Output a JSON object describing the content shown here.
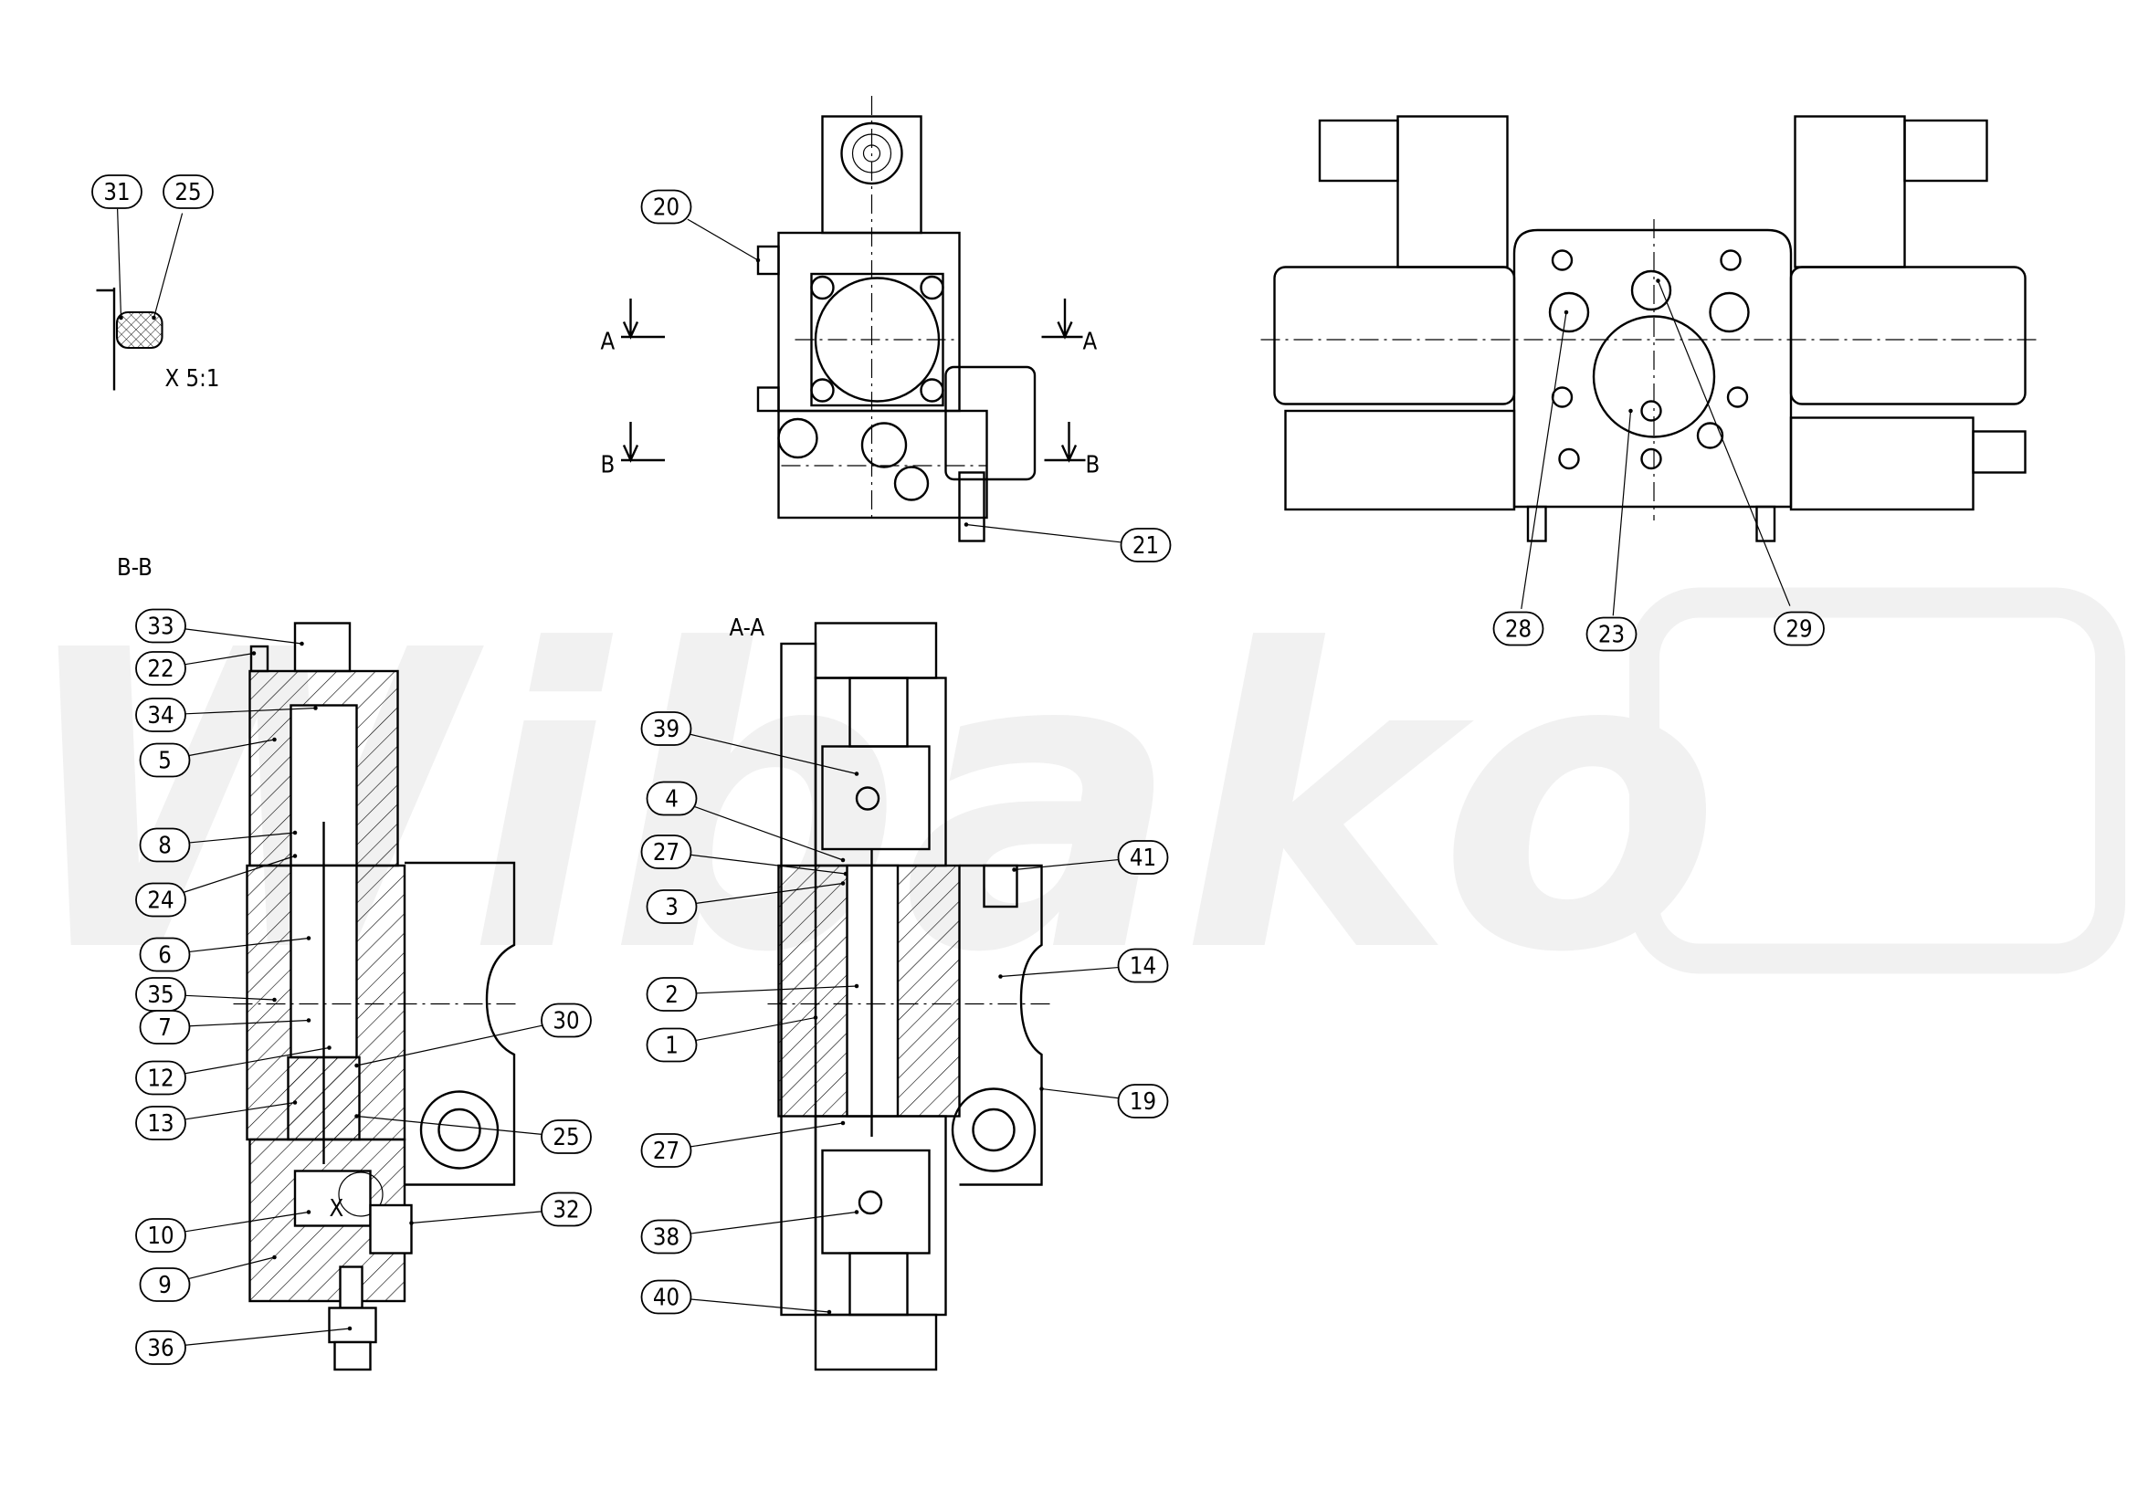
{
  "title": "Valve assembly drawing",
  "watermark": "Wibako",
  "colors": {
    "line": "#000000",
    "watermark": "#f1f1f1",
    "background": "#ffffff"
  },
  "detail": {
    "scale_label": "X 5:1",
    "detail_marker": "X"
  },
  "sections": {
    "bb": "B-B",
    "aa": "A-A",
    "cut_a": "A",
    "cut_b": "B"
  },
  "callouts": [
    "31",
    "25",
    "20",
    "21",
    "28",
    "23",
    "29",
    "33",
    "22",
    "34",
    "5",
    "8",
    "24",
    "6",
    "35",
    "7",
    "12",
    "30",
    "13",
    "25",
    "10",
    "32",
    "9",
    "36",
    "39",
    "4",
    "27",
    "3",
    "2",
    "1",
    "27",
    "38",
    "40",
    "41",
    "14",
    "19"
  ]
}
